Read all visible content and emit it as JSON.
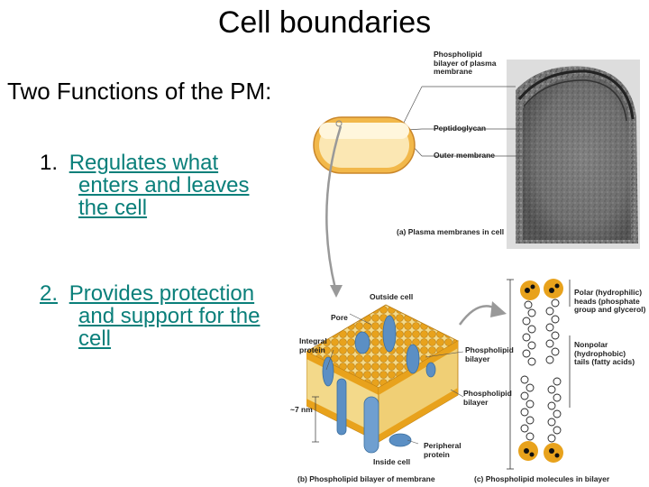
{
  "slide": {
    "title": "Cell boundaries",
    "subtitle": "Two Functions of the PM:",
    "points": [
      {
        "number": "1.",
        "lines": [
          "Regulates what",
          "enters and leaves",
          "the cell"
        ]
      },
      {
        "number": "2.",
        "lines": [
          "Provides protection",
          "and support for the",
          "cell"
        ]
      }
    ]
  },
  "figure_a": {
    "labels": {
      "phospholipid": [
        "Phospholipid",
        "bilayer of plasma",
        "membrane"
      ],
      "peptidoglycan": "Peptidoglycan",
      "outer_membrane": "Outer membrane"
    },
    "caption": "(a) Plasma membranes in cell"
  },
  "figure_b": {
    "labels": {
      "outside": "Outside cell",
      "pore": "Pore",
      "integral": [
        "Integral",
        "protein"
      ],
      "phospholipid_bilayer_1": [
        "Phospholipid",
        "bilayer"
      ],
      "phospholipid_bilayer_2": [
        "Phospholipid",
        "bilayer"
      ],
      "thickness": "~7 nm",
      "peripheral": [
        "Peripheral",
        "protein"
      ],
      "inside": "Inside cell"
    },
    "caption": "(b) Phospholipid bilayer of membrane"
  },
  "figure_c": {
    "labels": {
      "polar": [
        "Polar (hydrophilic)",
        "heads (phosphate",
        "group and glycerol)"
      ],
      "nonpolar": [
        "Nonpolar (hydrophobic)",
        "tails (fatty acids)"
      ]
    },
    "caption": "(c) Phospholipid molecules in bilayer"
  },
  "colors": {
    "link": "#0a7f7a",
    "lipid_head": "#e8a21c",
    "lipid_tail": "#f3d98a",
    "protein": "#5b8fc4",
    "outer_cell": "#f2b84a"
  }
}
